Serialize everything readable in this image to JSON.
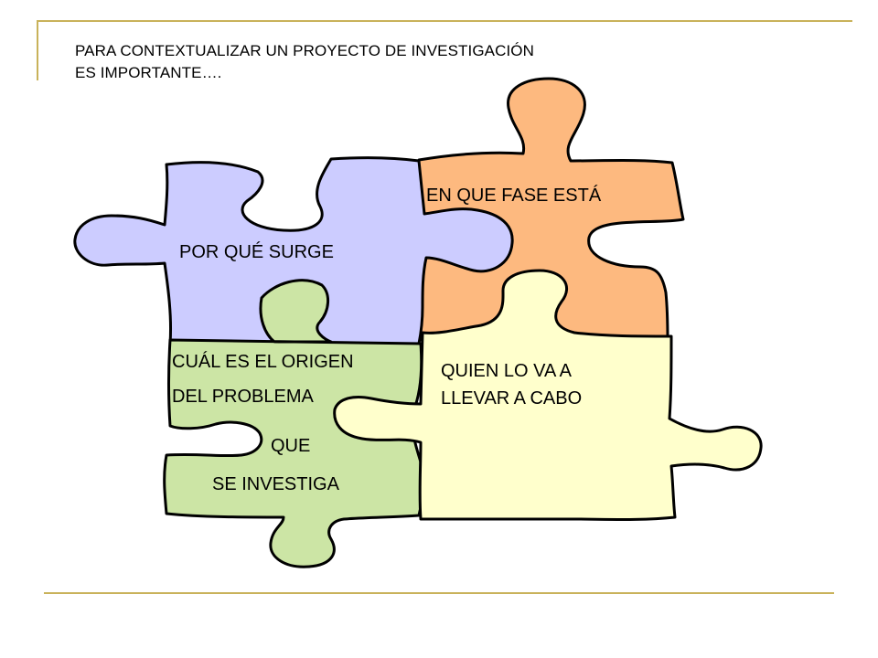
{
  "slide": {
    "intro_line1": "PARA CONTEXTUALIZAR UN PROYECTO DE INVESTIGACIÓN",
    "intro_line2": "ES IMPORTANTE….",
    "pieces": {
      "orange": {
        "label": "EN QUE FASE ESTÁ",
        "color": "#fdb97f"
      },
      "purple": {
        "label": "POR QUÉ SURGE",
        "color": "#ccccff"
      },
      "green": {
        "label_line1": "CUÁL ES EL ORIGEN",
        "label_line2": "DEL PROBLEMA",
        "label_line3": "QUE",
        "label_line4": "SE INVESTIGA",
        "color": "#cce5a5"
      },
      "yellow": {
        "label_line1": "QUIEN LO VA A",
        "label_line2": "LLEVAR A CABO",
        "color": "#ffffcc"
      }
    },
    "accent_color": "#c9b25a"
  }
}
